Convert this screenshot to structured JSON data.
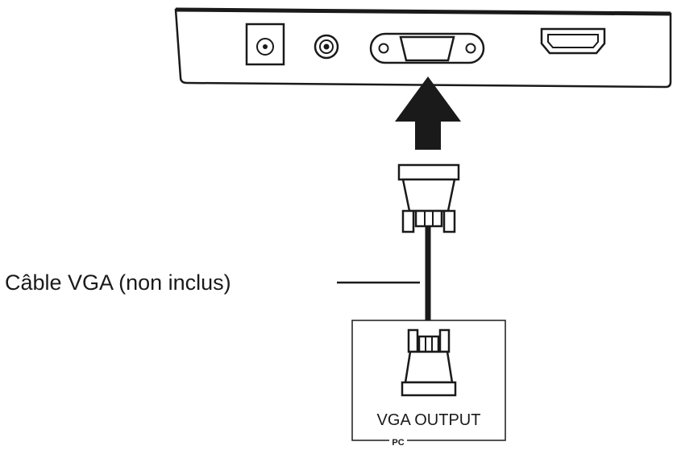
{
  "labels": {
    "cable": "Câble VGA (non inclus)",
    "pc_port": "VGA OUTPUT",
    "pc": "PC"
  },
  "icons": {
    "monitor_ports": [
      "dc-power-jack-icon",
      "audio-jack-icon",
      "vga-port-icon",
      "hdmi-port-icon"
    ],
    "arrow": "up-arrow-icon"
  },
  "colors": {
    "line": "#1a1a1a",
    "background": "#ffffff"
  }
}
